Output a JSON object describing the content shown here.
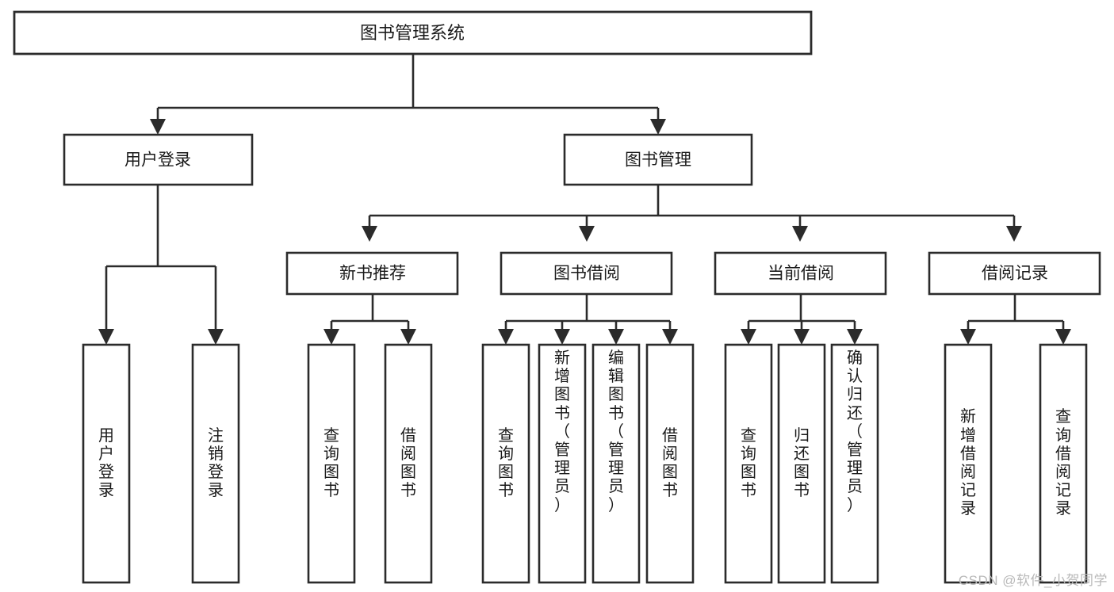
{
  "diagram": {
    "title": "图书管理系统",
    "type": "tree-hierarchy-chart",
    "watermark": "CSDN @软件_小贺同学",
    "colors": {
      "background": "#ffffff",
      "box_fill": "#ffffff",
      "stroke": "#2b2b2b",
      "text": "#1a1a1a",
      "watermark": "#b8b8b8"
    },
    "root": {
      "label": "图书管理系统"
    },
    "level2": [
      {
        "label": "用户登录"
      },
      {
        "label": "图书管理"
      }
    ],
    "level3": [
      {
        "label": "新书推荐"
      },
      {
        "label": "图书借阅"
      },
      {
        "label": "当前借阅"
      },
      {
        "label": "借阅记录"
      }
    ],
    "leaves": [
      {
        "label": "用户登录",
        "chars": "用\n户\n登\n录",
        "parent": "用户登录"
      },
      {
        "label": "注销登录",
        "chars": "注\n销\n登\n录",
        "parent": "用户登录"
      },
      {
        "label": "查询图书",
        "chars": "查\n询\n图\n书",
        "parent": "新书推荐"
      },
      {
        "label": "借阅图书",
        "chars": "借\n阅\n图\n书",
        "parent": "新书推荐"
      },
      {
        "label": "查询图书",
        "chars": "查\n询\n图\n书",
        "parent": "图书借阅"
      },
      {
        "label": "新增图书（管理员）",
        "chars": "新\n增\n图\n书\n（\n管\n理\n员\n）",
        "parent": "图书借阅"
      },
      {
        "label": "编辑图书（管理员）",
        "chars": "编\n辑\n图\n书\n（\n管\n理\n员\n）",
        "parent": "图书借阅"
      },
      {
        "label": "借阅图书",
        "chars": "借\n阅\n图\n书",
        "parent": "图书借阅"
      },
      {
        "label": "查询图书",
        "chars": "查\n询\n图\n书",
        "parent": "当前借阅"
      },
      {
        "label": "归还图书",
        "chars": "归\n还\n图\n书",
        "parent": "当前借阅"
      },
      {
        "label": "确认归还（管理员）",
        "chars": "确\n认\n归\n还\n（\n管\n理\n员\n）",
        "parent": "当前借阅"
      },
      {
        "label": "新增借阅记录",
        "chars": "新\n增\n借\n阅\n记\n录",
        "parent": "借阅记录"
      },
      {
        "label": "查询借阅记录",
        "chars": "查\n询\n借\n阅\n记\n录",
        "parent": "借阅记录"
      }
    ]
  }
}
